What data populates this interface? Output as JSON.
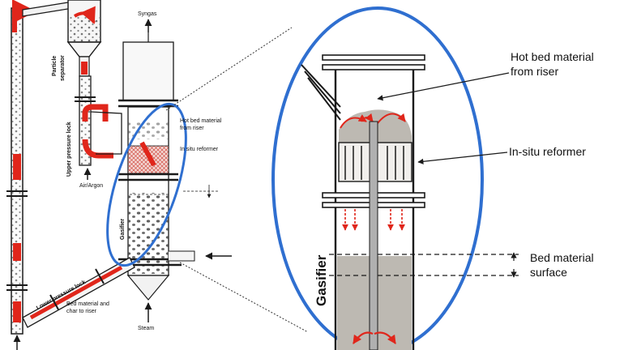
{
  "labels": {
    "syngas": "Syngas",
    "particle_separator_1": "Particle",
    "particle_separator_2": "separator",
    "upper_pressure_lock": "Upper pressure lock",
    "hot_bed_small_1": "Hot bed material",
    "hot_bed_small_2": "from riser",
    "insitu_small": "In situ reformer",
    "air_argon": "Air/Argon",
    "gasifier_small": "Gasifier",
    "lower_pressure_lock": "Lower pressure lock",
    "bed_char_1": "Bed material and",
    "bed_char_2": "char to riser",
    "steam": "Steam",
    "hot_bed_big_1": "Hot bed material",
    "hot_bed_big_2": "from riser",
    "insitu_big": "In-situ reformer",
    "bed_surface_1": "Bed material",
    "bed_surface_2": "surface",
    "gasifier_big": "Gasifier"
  },
  "colors": {
    "accent_red": "#e0261b",
    "ellipse_blue": "#2f6fd0",
    "bed_gray": "#b9b5ae",
    "line": "#1a1a1a"
  }
}
